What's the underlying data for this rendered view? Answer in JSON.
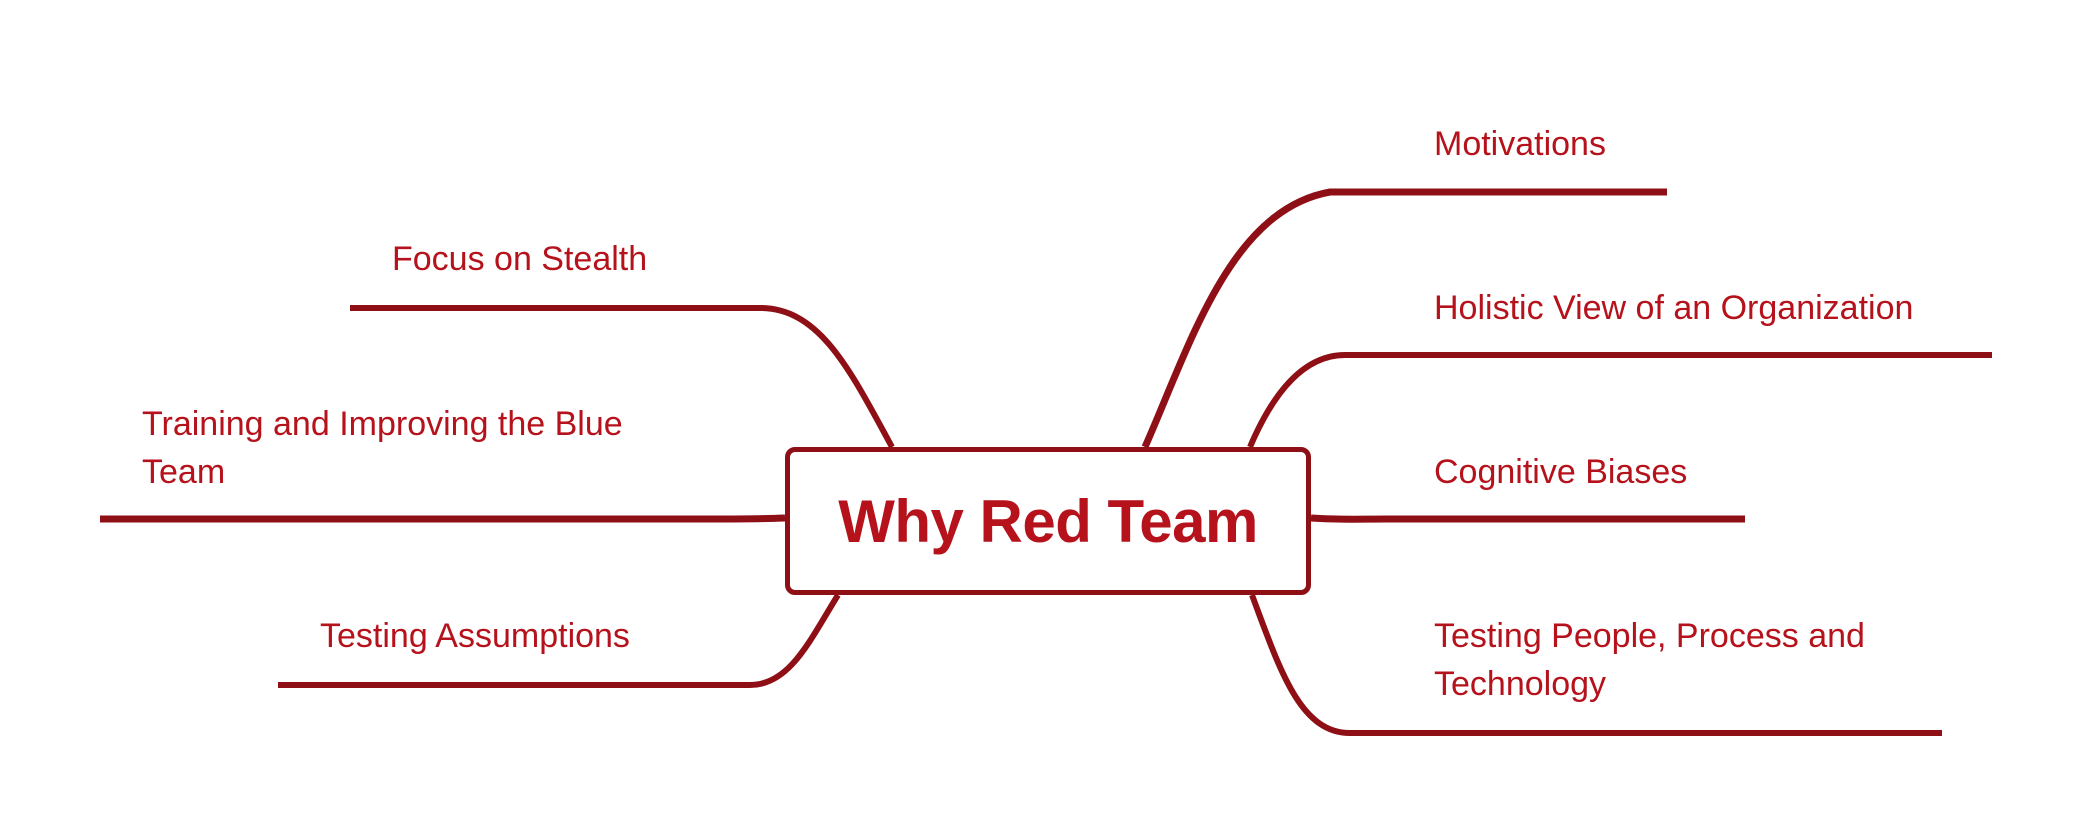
{
  "central_topic": {
    "title": "Why Red Team"
  },
  "branches": {
    "right": [
      {
        "label": "Motivations"
      },
      {
        "label": "Holistic View of an Organization"
      },
      {
        "label": "Cognitive Biases"
      },
      {
        "label": "Testing People, Process and Technology"
      }
    ],
    "left": [
      {
        "label": "Focus on Stealth"
      },
      {
        "label": "Training and Improving the Blue Team"
      },
      {
        "label": "Testing Assumptions"
      }
    ]
  },
  "colors": {
    "branch_line": "#8e1016",
    "text": "#b5121b",
    "node_fill": "#ffffff"
  }
}
